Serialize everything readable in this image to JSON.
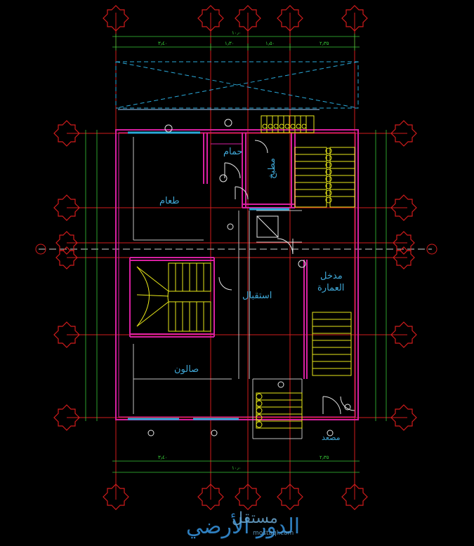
{
  "drawing": {
    "title": "الدور الأرضي",
    "watermark": "مستقل",
    "watermark_sub": "mostaql.com"
  },
  "rooms": {
    "bath": "حمام",
    "kitchen": "مطبخ",
    "dining": "طعام",
    "reception": "استقبال",
    "entrance_line1": "مدخل",
    "entrance_line2": "العمارة",
    "salon": "صالون",
    "elevator": "مصعد"
  },
  "colors": {
    "background": "#000000",
    "walls": "#d81fa0",
    "axes": "#d21c1c",
    "dimensions": "#39c939",
    "stairs": "#e8e81a",
    "hatch": "#2aa8d8",
    "labels": "#3fa7d6"
  },
  "icons": [
    "grid-bubble-icon",
    "north-arrow-icon",
    "stair-icon",
    "door-swing-icon"
  ]
}
